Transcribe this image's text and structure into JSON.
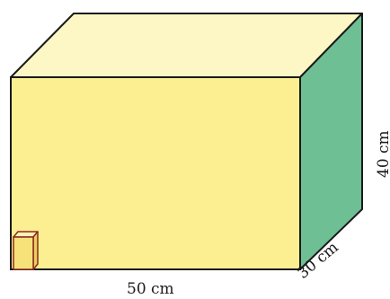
{
  "labels": {
    "width": "50 cm",
    "depth": "30 cm",
    "height": "40 cm"
  },
  "colors": {
    "front_face": "#fbef91",
    "top_face": "#fcf7c4",
    "side_face": "#6fbf95",
    "small_cube_front": "#f7e27a",
    "small_cube_top": "#fbf1b6",
    "small_cube_side": "#e9cf5f",
    "small_cube_outline": "#8b2a1f",
    "edges": "#1a1a1a"
  }
}
